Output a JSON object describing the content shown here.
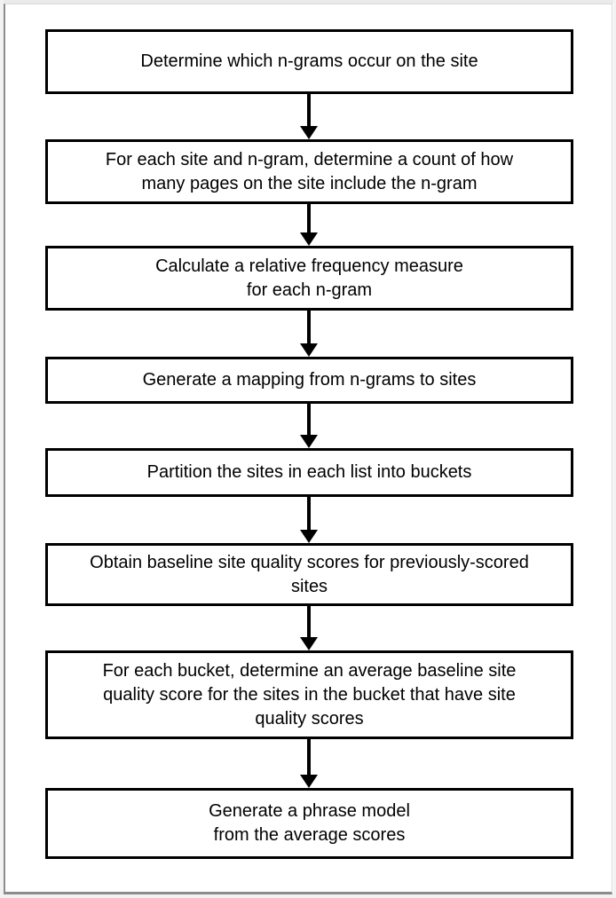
{
  "diagram": {
    "title": "n-gram phrase model generation flowchart",
    "type": "flowchart",
    "orientation": "vertical",
    "colors": {
      "box_border": "#000000",
      "box_fill": "#ffffff",
      "arrow": "#000000",
      "page_frame": "#8c8c8c",
      "text": "#000000"
    },
    "nodes": [
      {
        "id": "node-1",
        "label": "Determine which n-grams occur on the site",
        "lines": 1
      },
      {
        "id": "node-2",
        "label": "For each site and n-gram, determine a count of how\nmany pages on the site include the n-gram",
        "lines": 2
      },
      {
        "id": "node-3",
        "label": "Calculate a relative frequency measure\nfor each n-gram",
        "lines": 2
      },
      {
        "id": "node-4",
        "label": "Generate a mapping from n-grams to sites",
        "lines": 1
      },
      {
        "id": "node-5",
        "label": "Partition the sites in each list into buckets",
        "lines": 1
      },
      {
        "id": "node-6",
        "label": "Obtain baseline site quality scores for previously-scored\nsites",
        "lines": 2
      },
      {
        "id": "node-7",
        "label": "For each bucket, determine an average baseline site\nquality score for the sites in the bucket that have site\nquality scores",
        "lines": 3
      },
      {
        "id": "node-8",
        "label": "Generate a phrase model\nfrom the average scores",
        "lines": 2
      }
    ],
    "connectors": [
      {
        "id": "arrow-1",
        "from": "node-1",
        "to": "node-2",
        "direction": "down"
      },
      {
        "id": "arrow-2",
        "from": "node-2",
        "to": "node-3",
        "direction": "down"
      },
      {
        "id": "arrow-3",
        "from": "node-3",
        "to": "node-4",
        "direction": "down"
      },
      {
        "id": "arrow-4",
        "from": "node-4",
        "to": "node-5",
        "direction": "down"
      },
      {
        "id": "arrow-5",
        "from": "node-5",
        "to": "node-6",
        "direction": "down"
      },
      {
        "id": "arrow-6",
        "from": "node-6",
        "to": "node-7",
        "direction": "down"
      },
      {
        "id": "arrow-7",
        "from": "node-7",
        "to": "node-8",
        "direction": "down"
      }
    ]
  }
}
